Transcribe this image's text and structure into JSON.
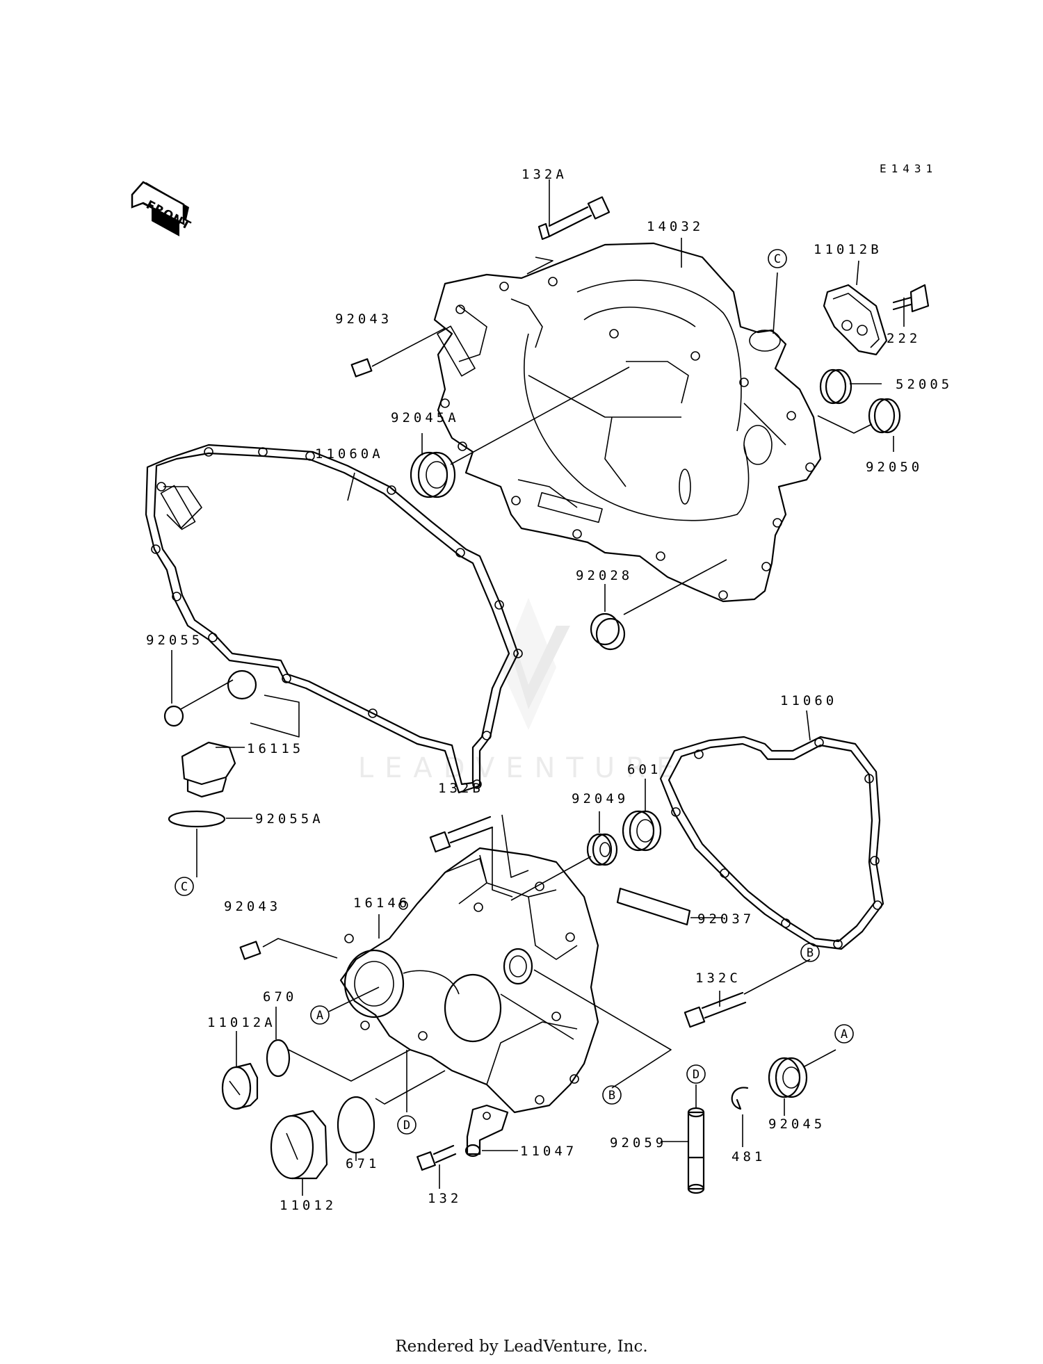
{
  "diagram_code": "E1431",
  "front_label": "FRONT",
  "watermark": "LEADVENTURE",
  "footer": "Rendered by LeadVenture, Inc.",
  "labels": {
    "p132A": "132A",
    "p14032": "14032",
    "p11012B": "11012B",
    "p222": "222",
    "p92043_top": "92043",
    "p52005": "52005",
    "p92050": "92050",
    "p92045A": "92045A",
    "p11060A": "11060A",
    "p92028": "92028",
    "p92055": "92055",
    "p11060": "11060",
    "p16115": "16115",
    "p601": "601",
    "p92049": "92049",
    "p132B": "132B",
    "p92055A": "92055A",
    "p16146": "16146",
    "p92037": "92037",
    "p92043_bot": "92043",
    "p132C": "132C",
    "p670": "670",
    "p11012A": "11012A",
    "p92045": "92045",
    "p671": "671",
    "p11047": "11047",
    "p92059": "92059",
    "p481": "481",
    "p11012": "11012",
    "p132": "132"
  },
  "refs": {
    "c_top": "C",
    "c_left": "C",
    "b_right": "B",
    "b_bottom": "B",
    "a_left": "A",
    "a_right": "A",
    "d_left": "D",
    "d_right": "D"
  }
}
